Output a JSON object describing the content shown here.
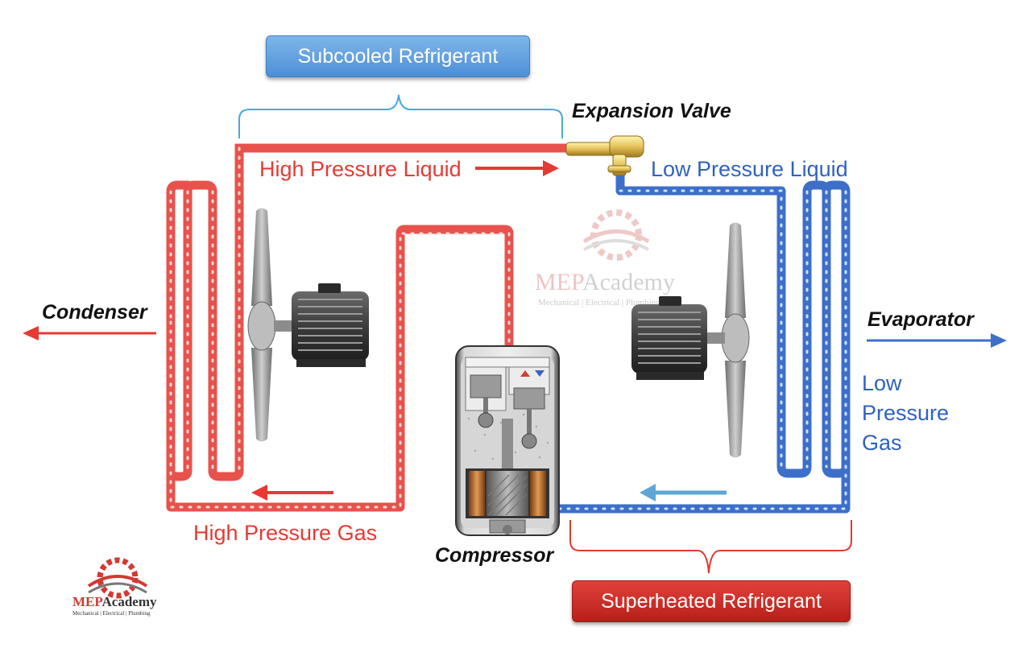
{
  "labels": {
    "subcooled": "Subcooled Refrigerant",
    "superheated": "Superheated Refrigerant",
    "expansion_valve": "Expansion Valve",
    "high_pressure_liquid": "High Pressure Liquid",
    "low_pressure_liquid": "Low Pressure Liquid",
    "condenser": "Condenser",
    "evaporator": "Evaporator",
    "low_pressure_gas_line1": "Low",
    "low_pressure_gas_line2": "Pressure",
    "low_pressure_gas_line3": "Gas",
    "high_pressure_gas": "High Pressure Gas",
    "compressor": "Compressor"
  },
  "watermark": {
    "title_a": "MEP",
    "title_b": "Academy",
    "subtitle": "Mechanical | Electrical | Plumbing"
  },
  "logo": {
    "title_a": "MEP",
    "title_b": "Academy",
    "subtitle": "Mechanical | Electrical | Plumbing"
  },
  "colors": {
    "hot_line": "#e8524c",
    "cold_line": "#3d6fc9",
    "red_text": "#e63a33",
    "blue_text": "#2f62c0",
    "subcooled_box": "#5b9bdd",
    "superheated_box": "#cf2d27"
  }
}
